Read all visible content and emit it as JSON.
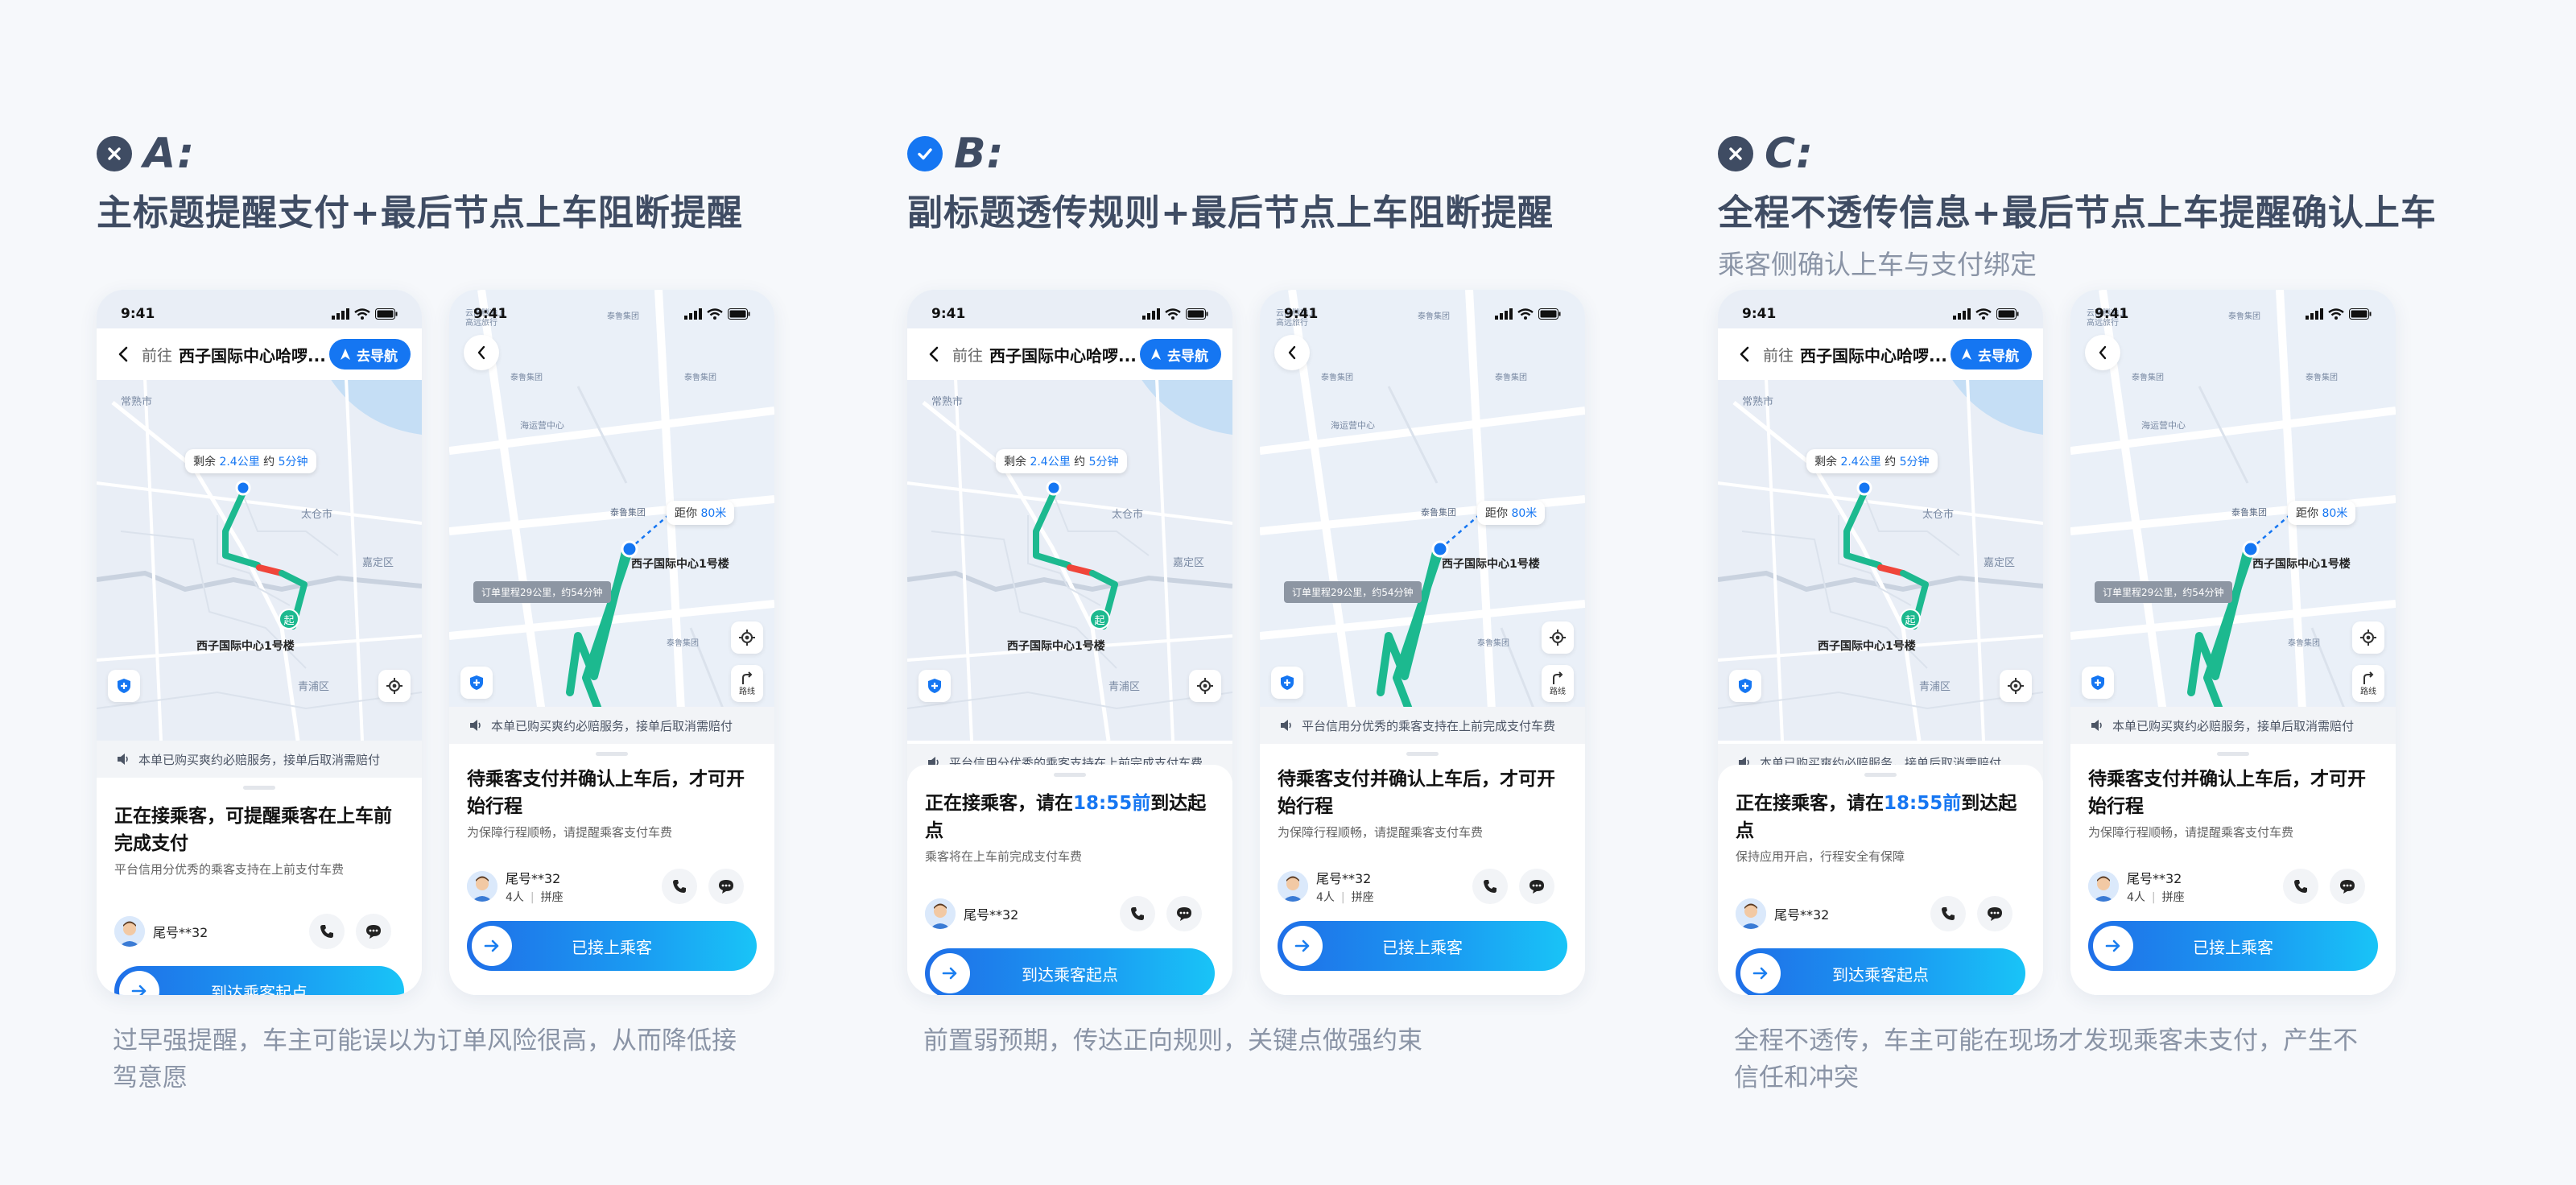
{
  "status_time": "9:41",
  "options": [
    {
      "letter": "A:",
      "verdict": "x",
      "title": "主标题提醒支付+最后节点上车阻断提醒",
      "subtitle": "",
      "caption_l1": "过早强提醒，车主可能误以为订单风险很高，从而降低接",
      "caption_l2": "驾意愿"
    },
    {
      "letter": "B:",
      "verdict": "check",
      "title": "副标题透传规则+最后节点上车阻断提醒",
      "subtitle": "",
      "caption_l1": "前置弱预期，传达正向规则，关键点做强约束",
      "caption_l2": ""
    },
    {
      "letter": "C:",
      "verdict": "x",
      "title": "全程不透传信息+最后节点上车提醒确认上车",
      "subtitle": "乘客侧确认上车与支付绑定",
      "caption_l1": "全程不透传，车主可能在现场才发现乘客未支付，产生不",
      "caption_l2": "信任和冲突"
    }
  ],
  "pickup": {
    "nav_prefix": "前往",
    "nav_dest": "西子国际中心哈啰...",
    "nav_button": "去导航",
    "remain_prefix": "剩余",
    "remain_dist": "2.4公里",
    "remain_mid": "约",
    "remain_time": "5分钟",
    "dest_label": "西子国际中心1号楼",
    "start_marker": "起",
    "labels": {
      "changshu": "常熟市",
      "taicang": "太仓市",
      "jiading": "嘉定区",
      "qingpu": "青浦区"
    },
    "passenger_name": "尾号**32",
    "slide_label": "到达乘客起点",
    "A": {
      "notice": "本单已购买爽约必赔服务，接单后取消需赔付",
      "title": "正在接乘客，可提醒乘客在上车前完成支付",
      "subtitle": "平台信用分优秀的乘客支持在上前支付车费"
    },
    "B": {
      "notice": "平台信用分优秀的乘客支持在上前完成支付车费",
      "title_pre": "正在接乘客，请在",
      "title_time": "18:55前",
      "title_post": "到达起点",
      "subtitle": "乘客将在上车前完成支付车费"
    },
    "C": {
      "notice": "本单已购买爽约必赔服务，接单后取消需赔付",
      "title_pre": "正在接乘客，请在",
      "title_time": "18:55前",
      "title_post": "到达起点",
      "subtitle": "保持应用开启，行程安全有保障"
    }
  },
  "boarding": {
    "map_labels": {
      "top_left_1": "云南腾冲上",
      "top_left_2": "高远旅行",
      "hub1": "泰鲁集团",
      "hub2": "泰鲁集团",
      "hub3": "泰鲁集团",
      "hub4": "泰鲁集团",
      "hub5": "泰鲁集团",
      "center": "海运营中心"
    },
    "distance_prefix": "距你",
    "distance_value": "80米",
    "order_pill": "订单里程29公里，约54分钟",
    "dest_label": "西子国际中心1号楼",
    "route_btn": "路线",
    "title": "待乘客支付并确认上车后，才可开始行程",
    "subtitle": "为保障行程顺畅，请提醒乘客支付车费",
    "passenger_name": "尾号**32",
    "passenger_count": "4人",
    "passenger_type": "拼座",
    "slide_label": "已接上乘客",
    "A_notice": "本单已购买爽约必赔服务，接单后取消需赔付",
    "B_notice": "平台信用分优秀的乘客支持在上前完成支付车费",
    "C_notice": "本单已购买爽约必赔服务，接单后取消需赔付"
  },
  "colors": {
    "brand_blue": "#1576f2",
    "route_green": "#1cb98f",
    "route_red": "#f0453a",
    "heading_slate": "#3f4c63"
  }
}
